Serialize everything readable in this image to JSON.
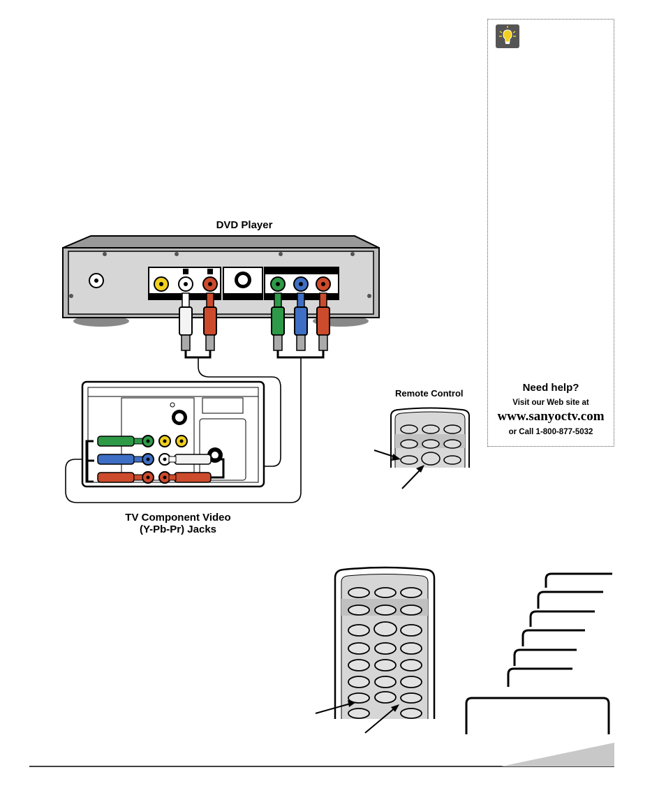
{
  "figures": {
    "dvd_player_label": "DVD Player",
    "tv_jacks_label_line1": "TV Component Video",
    "tv_jacks_label_line2": "(Y-Pb-Pr) Jacks",
    "remote_label": "Remote Control"
  },
  "help_box": {
    "icon": "lightbulb-icon",
    "title": "Need help?",
    "visit": "Visit our Web site at",
    "url": "www.sanyoctv.com",
    "call": "or Call 1-800-877-5032"
  },
  "colors": {
    "green_jack": "#2e9a48",
    "blue_jack": "#3e6fc4",
    "red_jack": "#cc4b2c",
    "yellow_jack": "#f0d020",
    "footer_wedge": "#c8c8c8"
  }
}
